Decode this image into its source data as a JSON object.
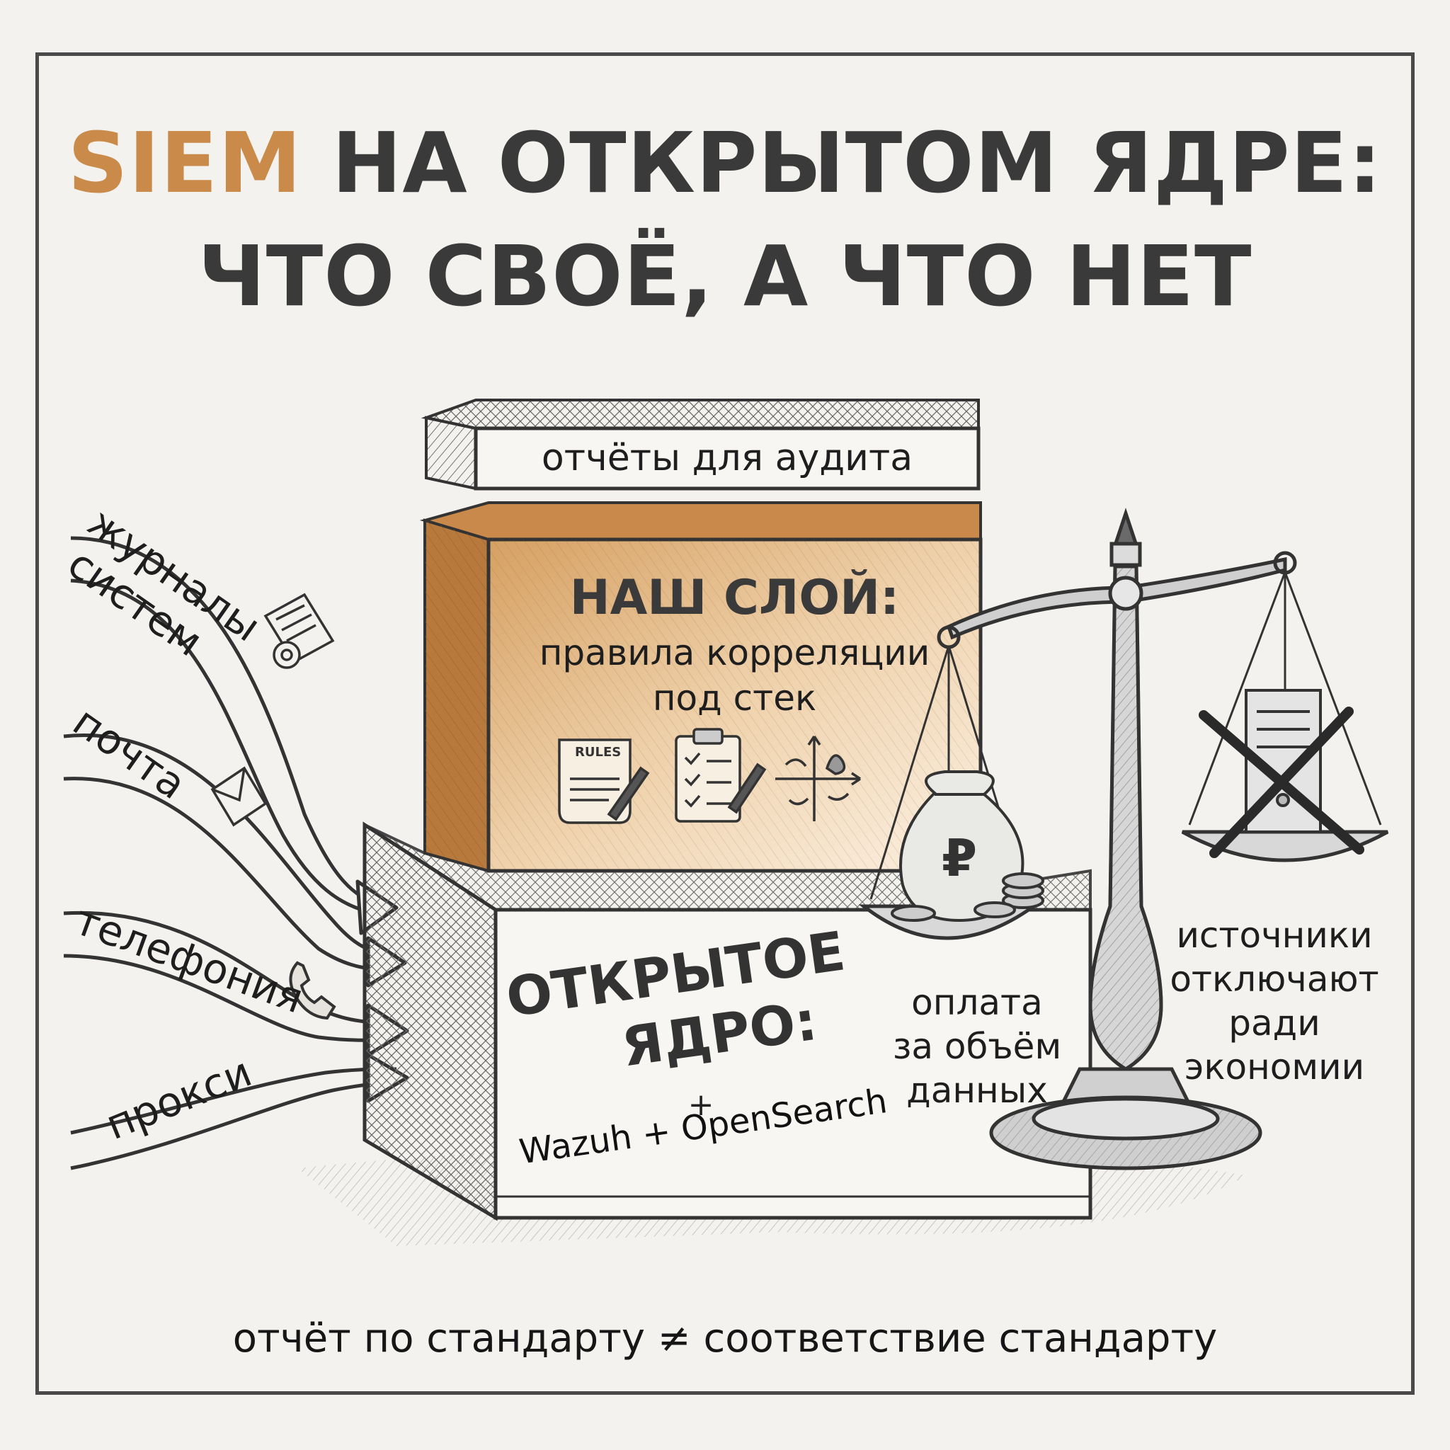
{
  "title": {
    "accent": "SIEM",
    "line1_rest": " НА ОТКРЫТОМ ЯДРЕ:",
    "line2": "ЧТО СВОЁ, А ЧТО НЕТ"
  },
  "sources": [
    {
      "line1": "журналы",
      "line2": "систем",
      "icon": "log-document-gear-icon"
    },
    {
      "line1": "почта",
      "icon": "envelope-icon"
    },
    {
      "line1": "телефония",
      "icon": "phone-handset-icon"
    },
    {
      "line1": "прокси"
    }
  ],
  "stack": {
    "top_plank": "отчёты для аудита",
    "our_layer": {
      "heading": "НАШ СЛОЙ:",
      "line1": "правила корреляции",
      "line2": "под стек",
      "rules_sign": "RULES",
      "icons": [
        "rules-scroll-icon",
        "clipboard-checklist-icon",
        "correlation-axes-icon"
      ]
    },
    "core": {
      "heading_line1": "ОТКРЫТОЕ",
      "heading_line2": "ЯДРО:",
      "plus": "+",
      "components": "Wazuh + OpenSearch"
    }
  },
  "scale": {
    "left_pan": {
      "icon": "ruble-money-bag-icon",
      "symbol": "₽",
      "label": [
        "оплата",
        "за объём",
        "данных"
      ]
    },
    "right_pan": {
      "icon": "crossed-out-server-icon",
      "label": [
        "источники",
        "отключают",
        "ради",
        "экономии"
      ]
    }
  },
  "footer": "отчёт по стандарту ≠ соответствие стандарту",
  "colors": {
    "accent": "#c98a4a",
    "ink": "#2a2a2a",
    "paper": "#f3f2ee",
    "box_fill": "#d9a468"
  }
}
